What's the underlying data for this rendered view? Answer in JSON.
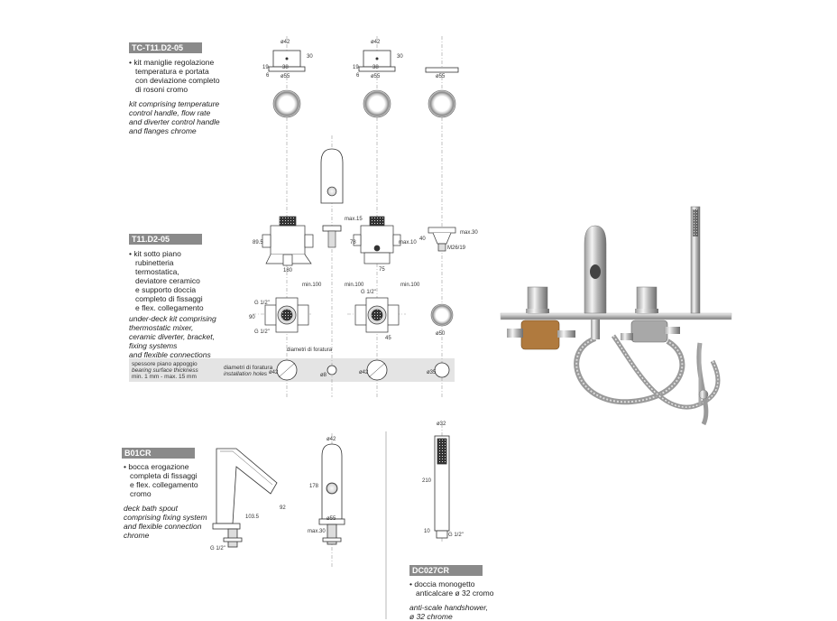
{
  "sections": [
    {
      "code": "TC-T11.D2-05",
      "it": [
        "kit maniglie regolazione",
        "temperatura e portata",
        "con deviazione completo",
        "di rosoni cromo"
      ],
      "en": [
        "kit comprising temperature",
        "control handle, flow rate",
        "and diverter control handle",
        "and flanges chrome"
      ]
    },
    {
      "code": "T11.D2-05",
      "it": [
        "kit sotto piano",
        "rubinetteria",
        "termostatica,",
        "deviatore ceramico",
        "e supporto doccia",
        "completo di fissaggi",
        "e flex. collegamento"
      ],
      "en": [
        "under-deck kit comprising",
        "thermostatic mixer,",
        "ceramic diverter, bracket,",
        "fixing systems",
        "and flexible connections"
      ]
    },
    {
      "code": "B01CR",
      "it": [
        "bocca erogazione",
        "completa di fissaggi",
        "e flex. collegamento",
        "cromo"
      ],
      "en": [
        "deck bath spout",
        "comprising fixing system",
        "and flexible connection",
        "chrome"
      ]
    },
    {
      "code": "DC027CR",
      "it": [
        "doccia monogetto",
        "anticalcare ø 32 cromo"
      ],
      "en": [
        "anti-scale handshower,",
        "ø 32 chrome"
      ]
    }
  ],
  "band": {
    "left": [
      "spessore piano appoggio",
      "bearing surface thickness",
      "min. 1 mm - max. 15 mm"
    ],
    "holes": [
      "diametri di foratura",
      "installation holes"
    ],
    "hole_label": "diametri di foratura",
    "hole_dims": [
      "ø42",
      "ø8",
      "ø42",
      "ø35"
    ]
  },
  "dims": {
    "d42a": "ø42",
    "d42b": "ø42",
    "h38": "38",
    "h38b": "38",
    "h19": "19",
    "h19b": "19",
    "h30": "30",
    "h30b": "30",
    "h6": "6",
    "h6b": "6",
    "d55a": "ø55",
    "d55b": "ø55",
    "d55c": "ø55",
    "h895": "89.5",
    "w180": "180",
    "mx15": "max.15",
    "h78": "78",
    "mx10": "max.10",
    "w75": "75",
    "h40": "40",
    "mx30": "max.30",
    "m26": "M26/19",
    "min100a": "min.100",
    "min100b": "min.100",
    "min100c": "min.100",
    "g12a": "G 1/2\"",
    "g12b": "G 1/2\"",
    "g12c": "G 1/2\"",
    "h90": "90",
    "w45": "45",
    "d50": "ø50",
    "spout_d42": "ø42",
    "spout_w": "103.5",
    "spout_h": "92",
    "spout_h178": "178",
    "spout_d55": "ø55",
    "spout_mx30": "max.30",
    "spout_g12": "G 1/2\"",
    "shower_d32": "ø32",
    "shower_h210": "210",
    "shower_h10": "10",
    "shower_g12": "G 1/2\""
  }
}
